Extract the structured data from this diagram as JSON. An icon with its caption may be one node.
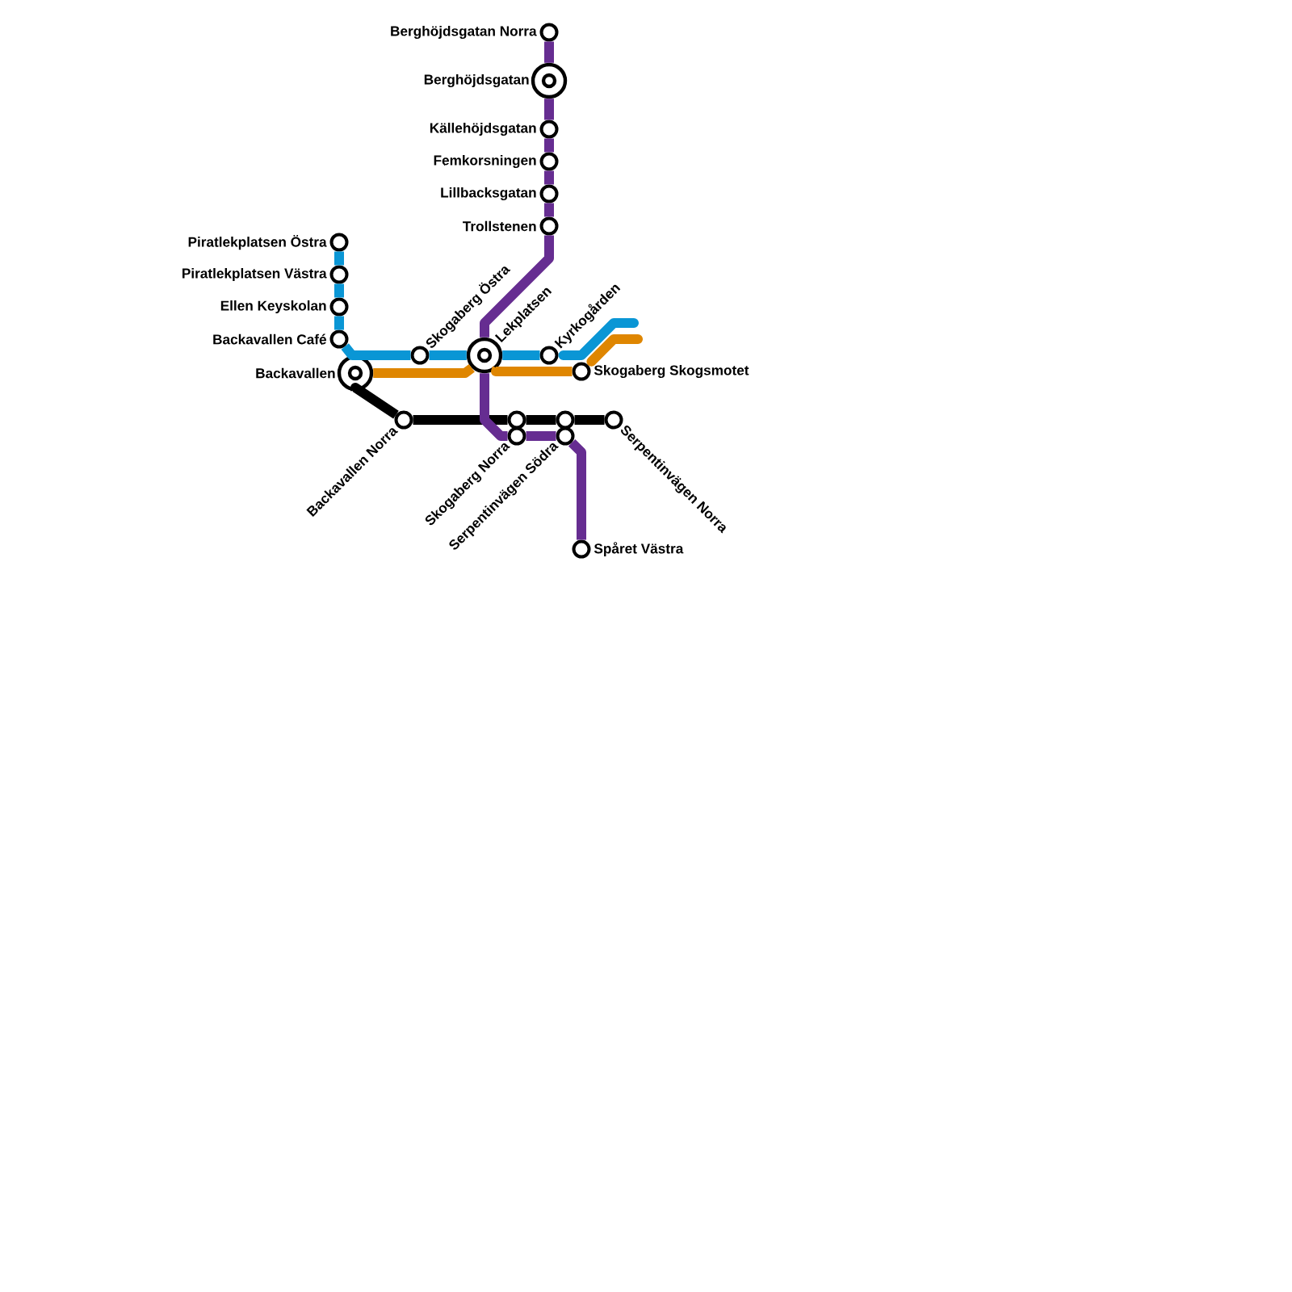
{
  "diagram": {
    "nodes": [
      {
        "text": [
          "Berghöjdsgatan Norra"
        ]
      },
      {
        "text": [
          "Berghöjdsgatan"
        ]
      },
      {
        "text": [
          "Källehöjdsgatan"
        ]
      },
      {
        "text": [
          "Femkorsningen"
        ]
      },
      {
        "text": [
          "Lillbacksgatan"
        ]
      },
      {
        "text": [
          "Trollstenen"
        ]
      },
      {
        "text": [
          "Piratlekplatsen Östra"
        ]
      },
      {
        "text": [
          "Piratlekplatsen Västra"
        ]
      },
      {
        "text": [
          "Ellen Keyskolan"
        ]
      },
      {
        "text": [
          "Backavallen Café"
        ]
      },
      {
        "text": [
          "Skogaberg Östra"
        ]
      },
      {
        "text": [
          "Lekplatsen"
        ]
      },
      {
        "text": [
          "Kyrkogården"
        ]
      },
      {
        "text": [
          "Backavallen"
        ]
      },
      {
        "text": [
          "Skogaberg Skogsmotet"
        ]
      },
      {
        "text": [
          "Backavallen Norra"
        ]
      },
      {
        "text": [],
        "shape": "circle"
      },
      {
        "text": [],
        "shape": "circle"
      },
      {
        "text": [
          "Serpentinvägen Norra"
        ]
      },
      {
        "text": [
          "Skogaberg Norra"
        ]
      },
      {
        "text": [
          "Serpentinvägen Södra"
        ]
      },
      {
        "text": [
          "Spåret Västra"
        ]
      }
    ],
    "edges": [
      {
        "from": 6,
        "to": 7,
        "arrow": "none",
        "color": "#0a96d5"
      },
      {
        "from": 7,
        "to": 8,
        "arrow": "none",
        "color": "#0a96d5"
      },
      {
        "from": 8,
        "to": 9,
        "arrow": "none",
        "color": "#0a96d5"
      },
      {
        "from": 9,
        "to": 10,
        "arrow": "none",
        "color": "#0a96d5"
      },
      {
        "from": 10,
        "to": 11,
        "arrow": "none",
        "color": "#0a96d5"
      },
      {
        "from": 11,
        "to": 12,
        "arrow": "none",
        "color": "#0a96d5"
      },
      {
        "from": 12,
        "to": null,
        "arrow": "none",
        "color": "#0a96d5"
      },
      {
        "from": 13,
        "to": 11,
        "arrow": "none",
        "color": "#df8600"
      },
      {
        "from": 11,
        "to": 14,
        "arrow": "none",
        "color": "#df8600"
      },
      {
        "from": 14,
        "to": null,
        "arrow": "none",
        "color": "#df8600"
      },
      {
        "from": 13,
        "to": 15,
        "arrow": "none",
        "color": "#000000"
      },
      {
        "from": 15,
        "to": 16,
        "arrow": "none",
        "color": "#000000"
      },
      {
        "from": 16,
        "to": 17,
        "arrow": "none",
        "color": "#000000"
      },
      {
        "from": 17,
        "to": 18,
        "arrow": "none",
        "color": "#000000"
      },
      {
        "from": 0,
        "to": 1,
        "arrow": "none",
        "color": "#662d91"
      },
      {
        "from": 1,
        "to": 2,
        "arrow": "none",
        "color": "#662d91"
      },
      {
        "from": 2,
        "to": 3,
        "arrow": "none",
        "color": "#662d91"
      },
      {
        "from": 3,
        "to": 4,
        "arrow": "none",
        "color": "#662d91"
      },
      {
        "from": 4,
        "to": 5,
        "arrow": "none",
        "color": "#662d91"
      },
      {
        "from": 5,
        "to": 11,
        "arrow": "none",
        "color": "#662d91"
      },
      {
        "from": 11,
        "to": 19,
        "arrow": "none",
        "color": "#662d91"
      },
      {
        "from": 19,
        "to": 20,
        "arrow": "none",
        "color": "#662d91"
      },
      {
        "from": 20,
        "to": 21,
        "arrow": "none",
        "color": "#662d91"
      }
    ]
  }
}
